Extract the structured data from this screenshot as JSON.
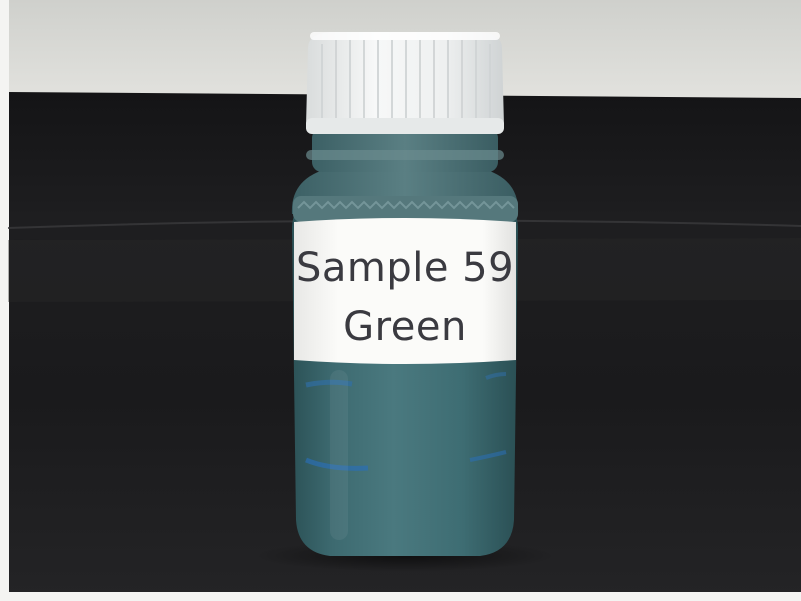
{
  "photo": {
    "subject": "sample-bottle",
    "label": {
      "line1": "Sample 59",
      "line2": "Green"
    },
    "colors": {
      "wall": "#dcdcd8",
      "counter_top": "#1c1c1e",
      "counter_front": "#232325",
      "bottle_liquid": "#3f6e74",
      "bottle_neck": "#4f7276",
      "cap": "#f2f3f2",
      "label_bg": "#fbfbf9",
      "label_text": "#3a3a40"
    }
  }
}
